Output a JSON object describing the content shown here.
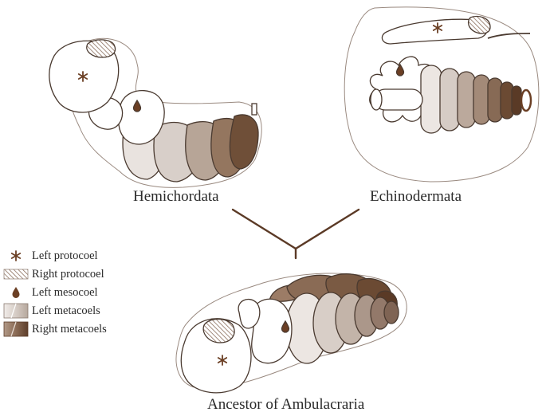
{
  "labels": {
    "hemichordata": "Hemichordata",
    "echinodermata": "Echinodermata",
    "ancestor": "Ancestor of Ambulacraria"
  },
  "legend": [
    {
      "key": "left-protocoel",
      "label": "Left protocoel",
      "symbol": "asterisk-icon"
    },
    {
      "key": "right-protocoel",
      "label": "Right protocoel",
      "symbol": "hatched-swatch-icon"
    },
    {
      "key": "left-mesocoel",
      "label": "Left mesocoel",
      "symbol": "droplet-icon"
    },
    {
      "key": "left-metacoels",
      "label": "Left metacoels",
      "symbol": "light-gradient-swatch-icon"
    },
    {
      "key": "right-metacoels",
      "label": "Right metacoels",
      "symbol": "dark-gradient-swatch-icon"
    }
  ],
  "colors": {
    "outline": "#4a3a30",
    "accent_brown": "#6b3f24",
    "left_metacoel_light": "#ece6e2",
    "left_metacoel_mid": "#bfb1a7",
    "right_metacoel_mid": "#9c7c66",
    "right_metacoel_dark": "#6b4a33",
    "hatch": "#8a6e5c"
  }
}
